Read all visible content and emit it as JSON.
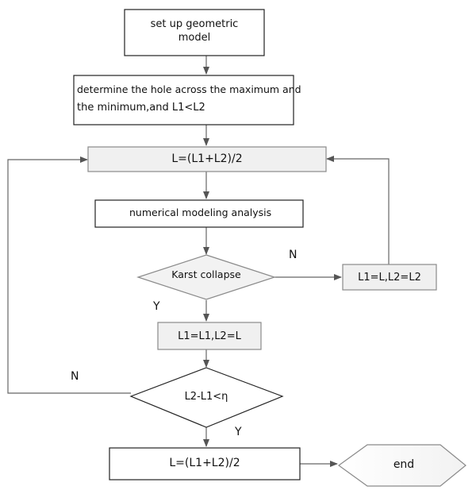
{
  "nodes": {
    "setup": {
      "line1": "set up  geometric",
      "line2": "model"
    },
    "determine": {
      "line1": "determine the hole across the maximum and",
      "line2": "the minimum,and  L1<L2"
    },
    "mid1": {
      "text": "L=(L1+L2)/2"
    },
    "analysis": {
      "text": "numerical modeling analysis"
    },
    "karst": {
      "text": "Karst collapse"
    },
    "update_no": {
      "text": "L1=L,L2=L2"
    },
    "update_yes": {
      "text": "L1=L1,L2=L"
    },
    "converge": {
      "text": "L2-L1<η"
    },
    "mid2": {
      "text": "L=(L1+L2)/2"
    },
    "end": {
      "text": "end"
    }
  },
  "edge_labels": {
    "karst_no": "N",
    "karst_yes": "Y",
    "converge_no": "N",
    "converge_yes": "Y"
  }
}
